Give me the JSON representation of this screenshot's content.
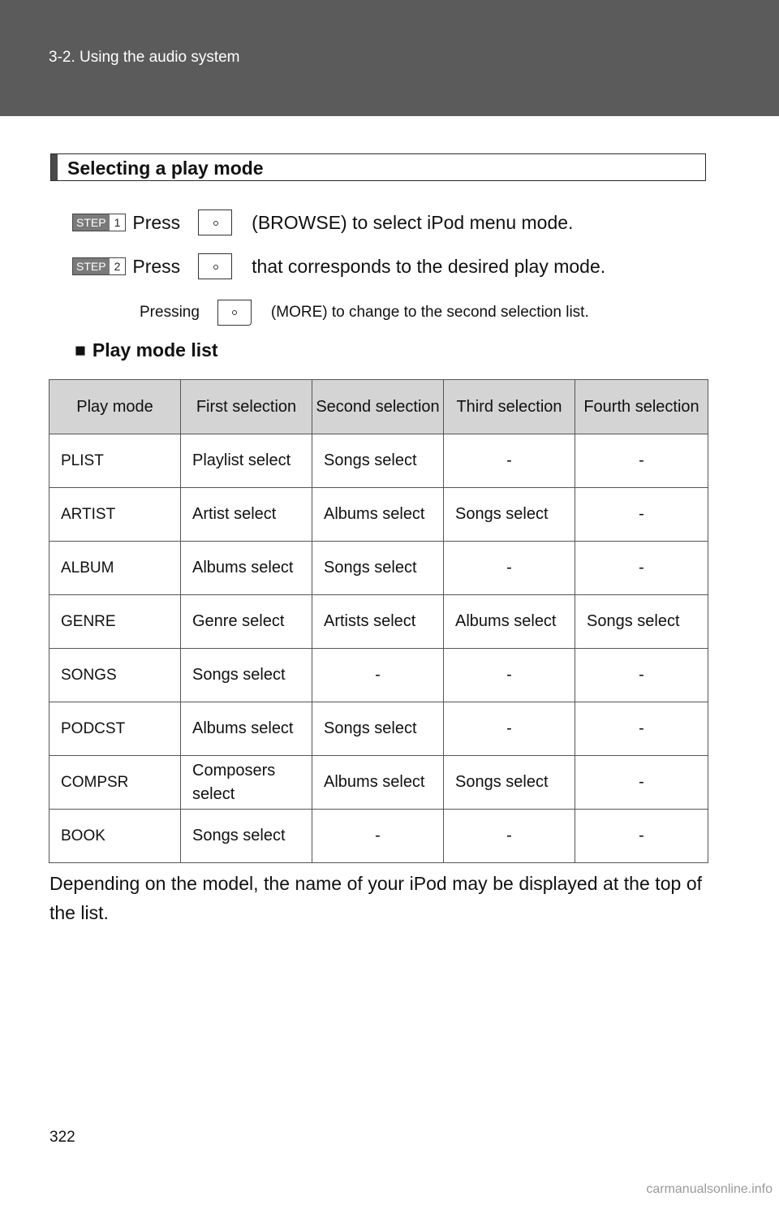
{
  "header": {
    "title": "3-2. Using the audio system"
  },
  "section": {
    "heading": "Selecting a play mode"
  },
  "steps": [
    {
      "badge_word": "STEP",
      "badge_num": "1",
      "press": "Press",
      "text": "(BROWSE) to select iPod menu mode.",
      "button_icon": "browse-button-icon"
    },
    {
      "badge_word": "STEP",
      "badge_num": "2",
      "press": "Press",
      "text": "that corresponds to the desired play mode.",
      "button_icon": "preset-button-icon"
    }
  ],
  "note": {
    "prefix": "Pressing",
    "text": "(MORE) to change to the second selection list.",
    "button_icon": "more-button-icon"
  },
  "subheading": {
    "bullet": "■",
    "text": "Play mode list"
  },
  "table": {
    "headers": [
      "Play mode",
      "First selection",
      "Second selection",
      "Third selection",
      "Fourth selection"
    ],
    "rows": [
      [
        "PLIST",
        "Playlist select",
        "Songs select",
        "-",
        "-"
      ],
      [
        "ARTIST",
        "Artist select",
        "Albums select",
        "Songs select",
        "-"
      ],
      [
        "ALBUM",
        "Albums select",
        "Songs select",
        "-",
        "-"
      ],
      [
        "GENRE",
        "Genre select",
        "Artists select",
        "Albums select",
        "Songs select"
      ],
      [
        "SONGS",
        "Songs select",
        "-",
        "-",
        "-"
      ],
      [
        "PODCST",
        "Albums select",
        "Songs select",
        "-",
        "-"
      ],
      [
        "COMPSR",
        "Composers select",
        "Albums select",
        "Songs select",
        "-"
      ],
      [
        "BOOK",
        "Songs select",
        "-",
        "-",
        "-"
      ]
    ]
  },
  "footer": {
    "text": "Depending on the model, the name of your iPod may be displayed at the top of the list."
  },
  "page_number": "322",
  "watermark": "carmanualsonline.info"
}
